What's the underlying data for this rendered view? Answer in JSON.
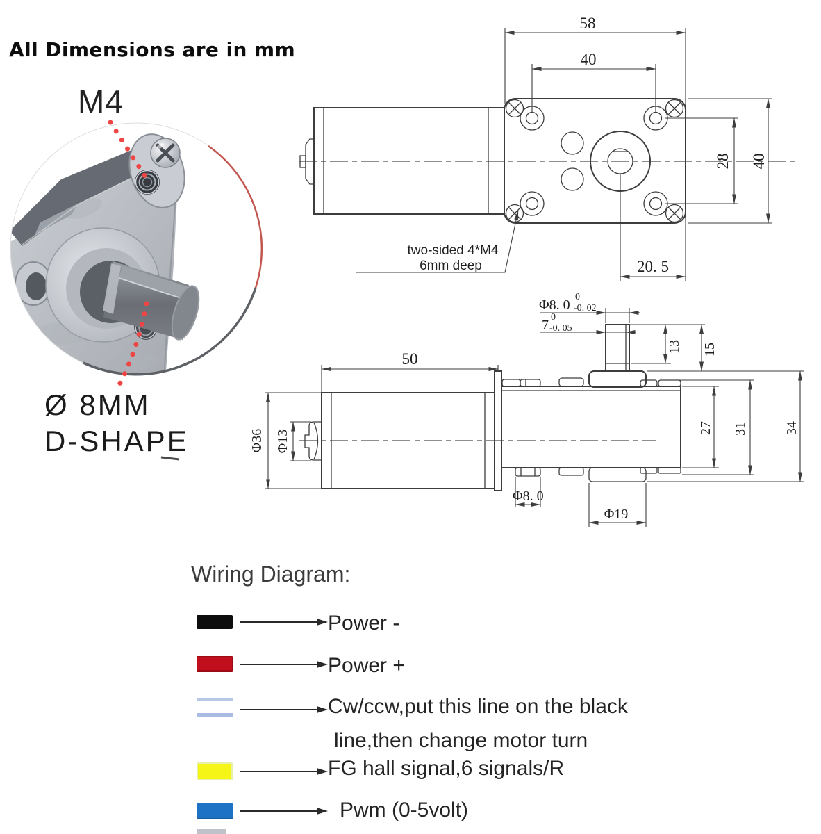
{
  "title": "All Dimensions are in mm",
  "inset": {
    "m4_label": "M4",
    "shaft_label_line1": "Ø 8MM",
    "shaft_label_line2": "D-SHAPE"
  },
  "front_view": {
    "dim_overall_width": "58",
    "dim_hole_spacing": "40",
    "dim_hole_vertical": "28",
    "dim_overall_height": "40",
    "dim_shaft_offset": "20. 5",
    "note_line1": "two-sided 4*M4",
    "note_line2": "6mm deep"
  },
  "side_view": {
    "dim_motor_length": "50",
    "dim_motor_dia": "Φ36",
    "dim_rear_cap_dia": "Φ13",
    "dim_shaft_dia": "Φ8. 0",
    "dim_shaft_dia_tol_upper": "0",
    "dim_shaft_dia_tol_lower": "-0. 02",
    "dim_shaft_flat": "7",
    "dim_shaft_flat_tol_upper": "0",
    "dim_shaft_flat_tol_lower": "-0. 05",
    "dim_shaft_len_exposed": "13",
    "dim_shaft_len_total": "15",
    "dim_gearbox_front": "27",
    "dim_gearbox_mid": "31",
    "dim_gearbox_total": "34",
    "dim_bottom_hole": "Φ8. 0",
    "dim_output_boss_dia": "Φ19"
  },
  "wiring": {
    "heading": "Wiring Diagram:",
    "rows": [
      {
        "wire": "black",
        "color": "#0d0d0d",
        "label": "Power -"
      },
      {
        "wire": "red",
        "color": "#c00e1c",
        "label": "Power +"
      },
      {
        "wire": "white",
        "color": "#f7f9fd",
        "label": "Cw/ccw,put this line on the black",
        "label2": "line,then change motor turn"
      },
      {
        "wire": "yellow",
        "color": "#f5f517",
        "label": "FG hall signal,6 signals/R"
      },
      {
        "wire": "blue",
        "color": "#1e72c6",
        "label": "Pwm (0-5volt)"
      }
    ]
  },
  "colors": {
    "leader_red": "#ee4545",
    "drawing_line": "#3d3d3d"
  }
}
